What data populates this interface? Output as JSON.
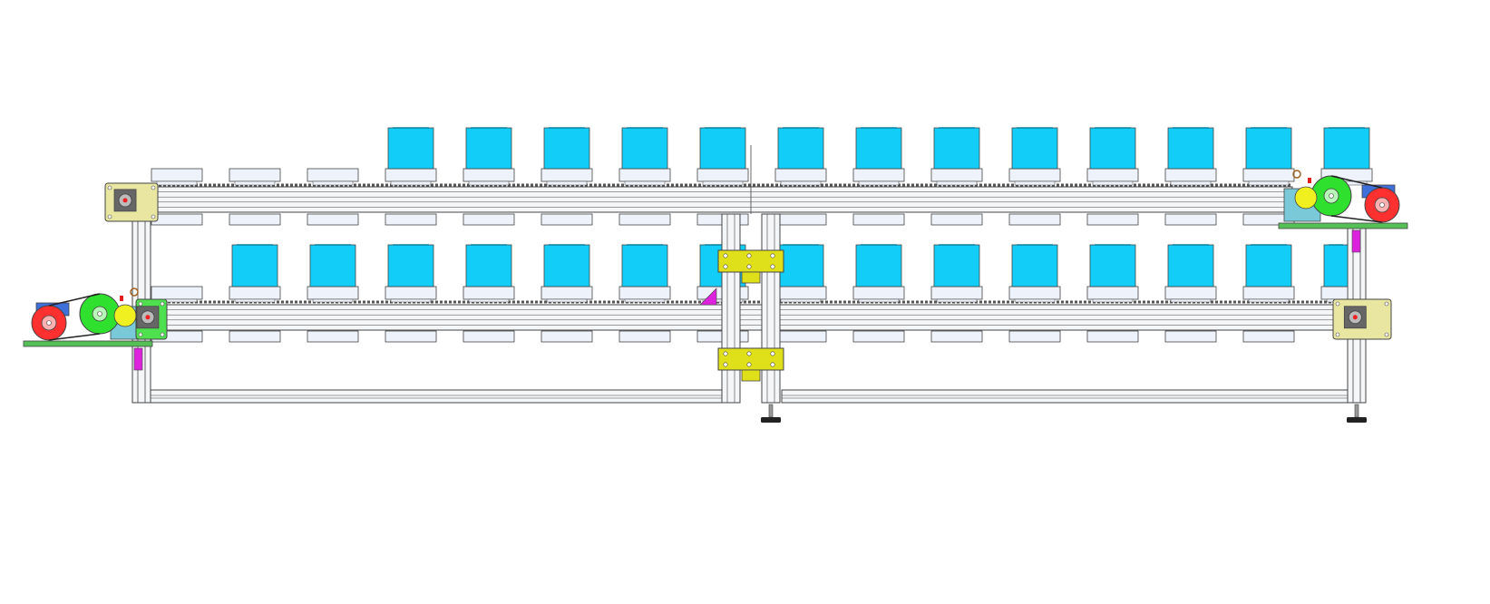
{
  "colors": {
    "background": "#ffffff",
    "frame_fill": "#f4f6f8",
    "frame_stroke": "#444444",
    "product_fill": "#12cdf8",
    "tray_fill": "#eef3fb",
    "chain": "#555555",
    "plate_yellow": "#e8e6a0",
    "plate_green": "#4fe04f",
    "bracket_yellow": "#e0e01a",
    "motor_red": "#ff3030",
    "pulley_green": "#2fe02f",
    "hub_yellow": "#f0f020",
    "motor_blue": "#3f6fd8",
    "base_green": "#55c055",
    "accent_magenta": "#dd22dd",
    "foot_dark": "#222222"
  },
  "icons": {
    "drive_unit_left": "motor-pulley-gearbox-icon",
    "drive_unit_right": "motor-pulley-gearbox-icon",
    "idler_sprocket": "sprocket-icon",
    "leveling_foot": "leveling-foot-icon"
  },
  "tiers": [
    {
      "id": "upper",
      "empty_tray_count": 3,
      "loaded_tray_count": 13
    },
    {
      "id": "lower",
      "empty_tray_count": 1,
      "loaded_tray_count": 15
    }
  ]
}
